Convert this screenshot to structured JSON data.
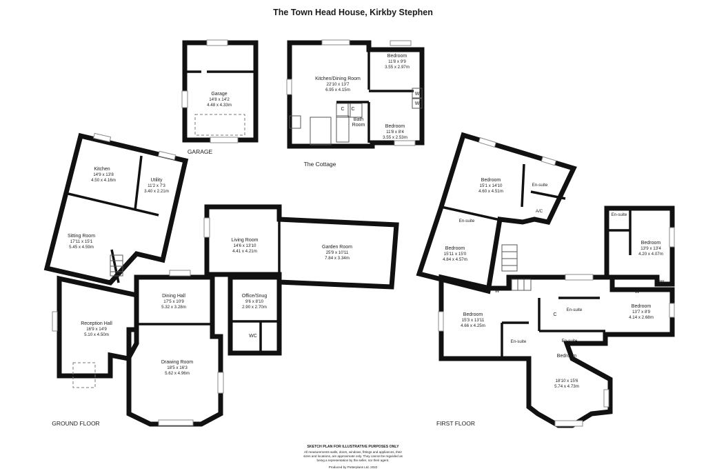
{
  "title": "The Town Head House, Kirkby Stephen",
  "sections": {
    "garage": "GARAGE",
    "cottage": "The Cottage",
    "ground_floor": "GROUND FLOOR",
    "first_floor": "FIRST FLOOR"
  },
  "rooms": {
    "garage": {
      "name": "Garage",
      "imperial": "14'8 x 14'2",
      "metric": "4.48 x 4.33m"
    },
    "cottage_kitchen": {
      "name": "Kitchen/Dining Room",
      "imperial": "22'10 x 13'7",
      "metric": "6.95 x 4.15m"
    },
    "cottage_bed1": {
      "name": "Bedroom",
      "imperial": "11'8 x 9'9",
      "metric": "3.55 x 2.97m"
    },
    "cottage_bed2": {
      "name": "Bedroom",
      "imperial": "11'8 x 8'4",
      "metric": "3.55 x 2.53m"
    },
    "cottage_bath": {
      "name": "Bath\nRoom"
    },
    "kitchen": {
      "name": "Kitchen",
      "imperial": "14'9 x 13'8",
      "metric": "4.50 x 4.16m"
    },
    "utility": {
      "name": "Utility",
      "imperial": "11'2 x 7'3",
      "metric": "3.40 x 2.21m"
    },
    "sitting": {
      "name": "Sitting Room",
      "imperial": "17'11 x 15'1",
      "metric": "5.45 x 4.59m"
    },
    "reception": {
      "name": "Reception Hall",
      "imperial": "16'9 x 14'9",
      "metric": "5.10 x 4.50m"
    },
    "dining": {
      "name": "Dining Hall",
      "imperial": "17'5 x 10'9",
      "metric": "5.32 x 3.28m"
    },
    "drawing": {
      "name": "Drawing Room",
      "imperial": "18'5 x 16'3",
      "metric": "5.62 x 4.96m"
    },
    "living": {
      "name": "Living Room",
      "imperial": "14'6 x 13'10",
      "metric": "4.41 x 4.21m"
    },
    "garden": {
      "name": "Garden Room",
      "imperial": "25'9 x 10'11",
      "metric": "7.84 x 3.34m"
    },
    "office": {
      "name": "Office/Snug",
      "imperial": "9'6 x 8'10",
      "metric": "2.90 x 2.70m"
    },
    "wc": {
      "name": "WC"
    },
    "ff_bed_top": {
      "name": "Bedroom",
      "imperial": "15'1 x 14'10",
      "metric": "4.60 x 4.51m"
    },
    "ff_bed_left": {
      "name": "Bedroom",
      "imperial": "15'11 x 15'0",
      "metric": "4.84 x 4.57m"
    },
    "ff_bed_right_top": {
      "name": "Bedroom",
      "imperial": "13'9 x 13'4",
      "metric": "4.20 x 4.07m"
    },
    "ff_bed_right": {
      "name": "Bedroom",
      "imperial": "13'7 x 8'9",
      "metric": "4.14 x 2.68m"
    },
    "ff_bed_mid": {
      "name": "Bedroom",
      "imperial": "15'3 x 13'11",
      "metric": "4.66 x 4.25m"
    },
    "ff_bed_bottom": {
      "name": "Bedroom",
      "imperial": "18'10 x 15'6",
      "metric": "5.74 x 4.73m"
    }
  },
  "small_labels": {
    "en_suite": "En-suite",
    "ac": "A/C",
    "w": "W",
    "c": "C"
  },
  "footer": {
    "heading": "SKETCH PLAN FOR ILLUSTRATIVE PURPOSES ONLY",
    "line1": "All measurements walls, doors, windows, fittings and appliances, their",
    "line2": "sizes and locations, are approximate only. They cannot be regarded as",
    "line3": "being a representation by the seller, nor their agent.",
    "producer": "Produced by Potterplans Ltd. 2022"
  }
}
